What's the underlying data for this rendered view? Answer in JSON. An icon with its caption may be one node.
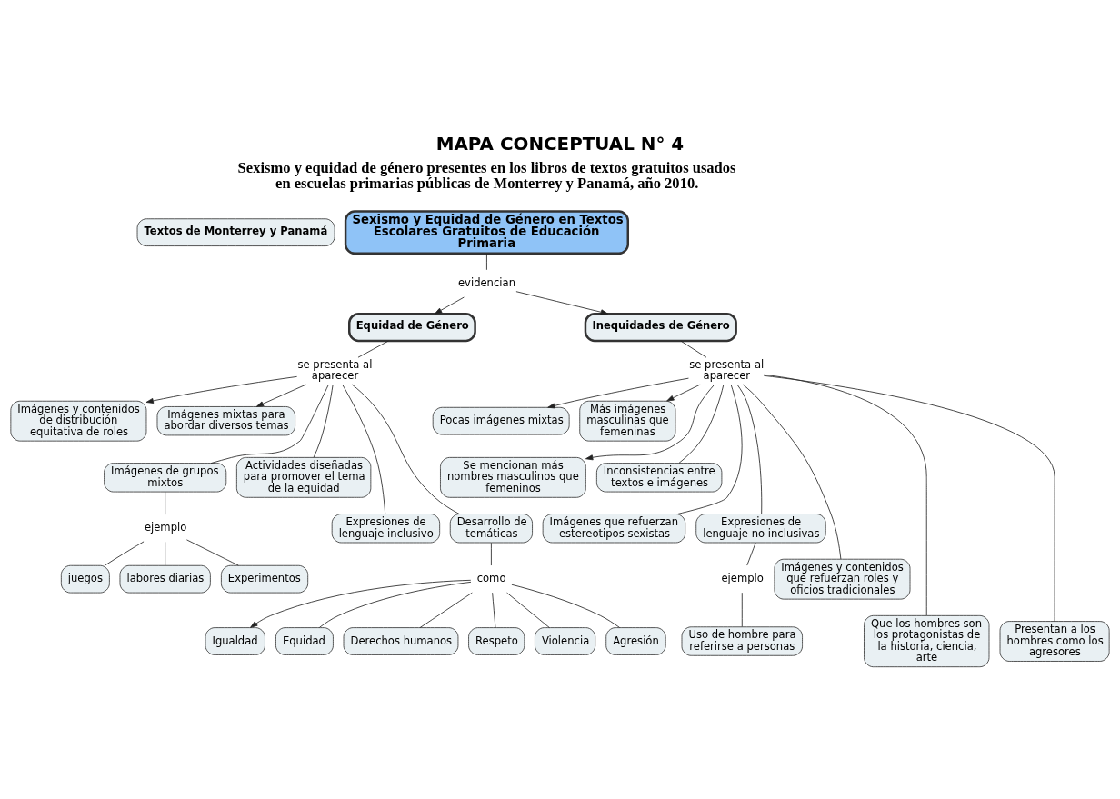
{
  "diagram": {
    "title": "MAPA CONCEPTUAL N° 4",
    "nodes": [
      {
        "text": [
          "Sexismo y Equidad de Género en Textos Escolares Gratuitos de Educación Primaria"
        ]
      },
      {
        "text": [
          "Textos de Monterrey y Panamá"
        ]
      },
      {
        "text": [
          "evidencian"
        ]
      },
      {
        "text": [
          "Equidad de Género"
        ]
      },
      {
        "text": [
          "Inequidades de Género"
        ]
      },
      {
        "text": [
          "se presenta al aparecer"
        ]
      },
      {
        "text": [
          "Imágenes y contenidos de distribución equitativa de roles"
        ]
      },
      {
        "text": [
          "Imágenes mixtas para abordar diversos temas"
        ]
      },
      {
        "text": [
          "Imágenes de grupos mixtos"
        ]
      },
      {
        "text": [
          "Actividades diseñadas para promover el tema de la equidad"
        ]
      },
      {
        "text": [
          "Expresiones de lenguaje inclusivo"
        ]
      },
      {
        "text": [
          "Desarrollo de temáticas"
        ]
      },
      {
        "text": [
          "ejemplo"
        ]
      },
      {
        "text": [
          "juegos"
        ]
      },
      {
        "text": [
          "labores diarias"
        ]
      },
      {
        "text": [
          "Experimentos"
        ]
      },
      {
        "text": [
          "como"
        ]
      },
      {
        "text": [
          "Igualdad"
        ]
      },
      {
        "text": [
          "Equidad"
        ]
      },
      {
        "text": [
          "Derechos humanos"
        ]
      },
      {
        "text": [
          "Respeto"
        ]
      },
      {
        "text": [
          "Violencia"
        ]
      },
      {
        "text": [
          "Agresión"
        ]
      },
      {
        "text": [
          "se presenta al aparecer"
        ]
      },
      {
        "text": [
          "Pocas imágenes mixtas"
        ]
      },
      {
        "text": [
          "Más imágenes masculinas que femeninas"
        ]
      },
      {
        "text": [
          "Se mencionan más nombres masculinos que femeninos"
        ]
      },
      {
        "text": [
          "Inconsistencias entre textos e imágenes"
        ]
      },
      {
        "text": [
          "Imágenes que refuerzan estereotipos sexistas"
        ]
      },
      {
        "text": [
          "Expresiones de lenguaje no inclusivas"
        ]
      },
      {
        "text": [
          "ejemplo"
        ]
      },
      {
        "text": [
          "Uso de hombre para referirse a personas"
        ]
      },
      {
        "text": [
          "Imágenes y contenidos que refuerzan roles y oficios tradicionales"
        ]
      },
      {
        "text": [
          "Que los hombres son los protagonistas de la historia, ciencia, arte"
        ]
      },
      {
        "text": [
          "Presentan a los hombres como los agresores"
        ]
      }
    ],
    "edges": [
      {
        "from": 0,
        "to": 2,
        "arrow": "none"
      },
      {
        "from": 2,
        "to": 3,
        "arrow": "to"
      },
      {
        "from": 2,
        "to": 4,
        "arrow": "to"
      },
      {
        "from": 3,
        "to": 5,
        "arrow": "none"
      },
      {
        "from": 5,
        "to": 6,
        "arrow": "to"
      },
      {
        "from": 5,
        "to": 7,
        "arrow": "to"
      },
      {
        "from": 5,
        "to": 8,
        "arrow": "none"
      },
      {
        "from": 5,
        "to": 9,
        "arrow": "none"
      },
      {
        "from": 5,
        "to": 10,
        "arrow": "none"
      },
      {
        "from": 5,
        "to": 11,
        "arrow": "none"
      },
      {
        "from": 8,
        "to": 12,
        "arrow": "none"
      },
      {
        "from": 12,
        "to": 13,
        "arrow": "none"
      },
      {
        "from": 12,
        "to": 14,
        "arrow": "none"
      },
      {
        "from": 12,
        "to": 15,
        "arrow": "none"
      },
      {
        "from": 11,
        "to": 16,
        "arrow": "none"
      },
      {
        "from": 16,
        "to": 17,
        "arrow": "to"
      },
      {
        "from": 16,
        "to": 18,
        "arrow": "none"
      },
      {
        "from": 16,
        "to": 19,
        "arrow": "none"
      },
      {
        "from": 16,
        "to": 20,
        "arrow": "none"
      },
      {
        "from": 16,
        "to": 21,
        "arrow": "none"
      },
      {
        "from": 16,
        "to": 22,
        "arrow": "none"
      },
      {
        "from": 4,
        "to": 23,
        "arrow": "none"
      },
      {
        "from": 23,
        "to": 24,
        "arrow": "to"
      },
      {
        "from": 23,
        "to": 25,
        "arrow": "to"
      },
      {
        "from": 23,
        "to": 26,
        "arrow": "to"
      },
      {
        "from": 23,
        "to": 27,
        "arrow": "none"
      },
      {
        "from": 23,
        "to": 28,
        "arrow": "none"
      },
      {
        "from": 23,
        "to": 29,
        "arrow": "none"
      },
      {
        "from": 23,
        "to": 32,
        "arrow": "none"
      },
      {
        "from": 23,
        "to": 33,
        "arrow": "none"
      },
      {
        "from": 23,
        "to": 34,
        "arrow": "none"
      },
      {
        "from": 29,
        "to": 30,
        "arrow": "none"
      },
      {
        "from": 30,
        "to": 31,
        "arrow": "none"
      }
    ],
    "labels": [
      "Sexismo y equidad de género presentes en los libros de textos gratuitos usados en escuelas primarias públicas de Monterrey y Panamá, año 2010."
    ]
  }
}
